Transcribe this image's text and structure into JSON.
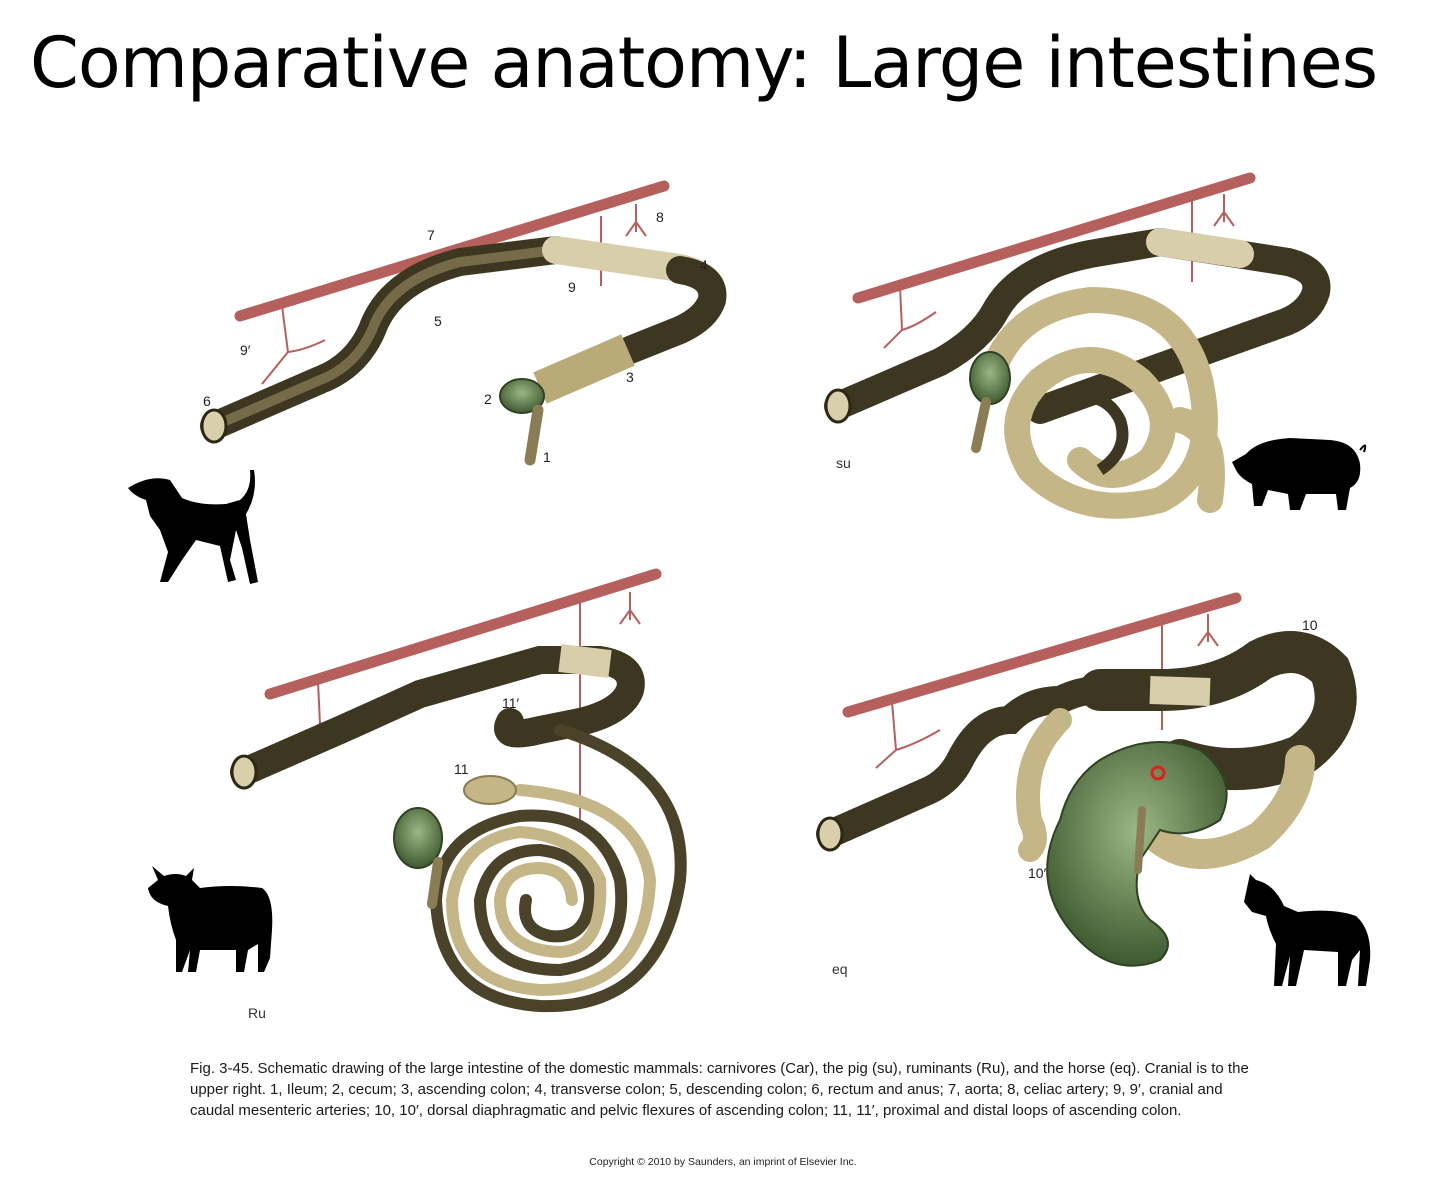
{
  "slide": {
    "title": "Comparative anatomy: Large intestines"
  },
  "panels": {
    "car": {
      "labels": [
        "1",
        "2",
        "3",
        "4",
        "5",
        "6",
        "7",
        "8",
        "9",
        "9′"
      ],
      "icon": "dog-silhouette-icon"
    },
    "su": {
      "tag": "su",
      "icon": "pig-silhouette-icon"
    },
    "ru": {
      "tag": "Ru",
      "labels": [
        "11",
        "11′"
      ],
      "icon": "cow-silhouette-icon"
    },
    "eq": {
      "tag": "eq",
      "labels": [
        "10",
        "10′"
      ],
      "icon": "horse-silhouette-icon"
    }
  },
  "caption": {
    "text": "Fig. 3-45. Schematic drawing of the large intestine of the domestic mammals: carnivores (Car), the pig (su), ruminants (Ru), and the horse (eq). Cranial is to the upper right. 1, Ileum; 2, cecum; 3, ascending colon; 4, transverse colon; 5, descending colon; 6, rectum and anus; 7, aorta; 8, celiac artery; 9, 9′, cranial and caudal mesenteric arteries; 10, 10′, dorsal diaphragmatic and pelvic flexures of ascending colon; 11, 11′, proximal and distal loops of ascending colon.",
    "copyright": "Copyright © 2010 by Saunders, an imprint of Elsevier Inc."
  },
  "colors": {
    "artery": "#b5605c",
    "colon_dark": "#5c5336",
    "colon_light": "#c8bb8f",
    "cecum_green": "#6f8a58"
  }
}
